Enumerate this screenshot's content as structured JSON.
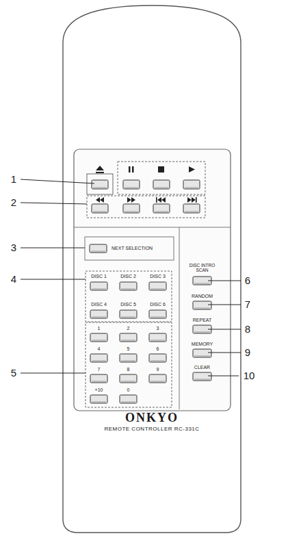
{
  "diagram": {
    "labels": [
      "1",
      "2",
      "3",
      "4",
      "5",
      "6",
      "7",
      "8",
      "9",
      "10",
      "NEXT SELECTION",
      "DISC 1",
      "DISC 2",
      "DISC 3",
      "DISC 4",
      "DISC 5",
      "DISC 6",
      "DISC INTRO SCAN",
      "RANDOM",
      "REPEAT",
      "MEMORY",
      "CLEAR",
      "1",
      "2",
      "3",
      "4",
      "5",
      "6",
      "7",
      "8",
      "9",
      "+10",
      "0",
      "ONKYO",
      "REMOTE CONTROLLER RC-331C"
    ]
  }
}
